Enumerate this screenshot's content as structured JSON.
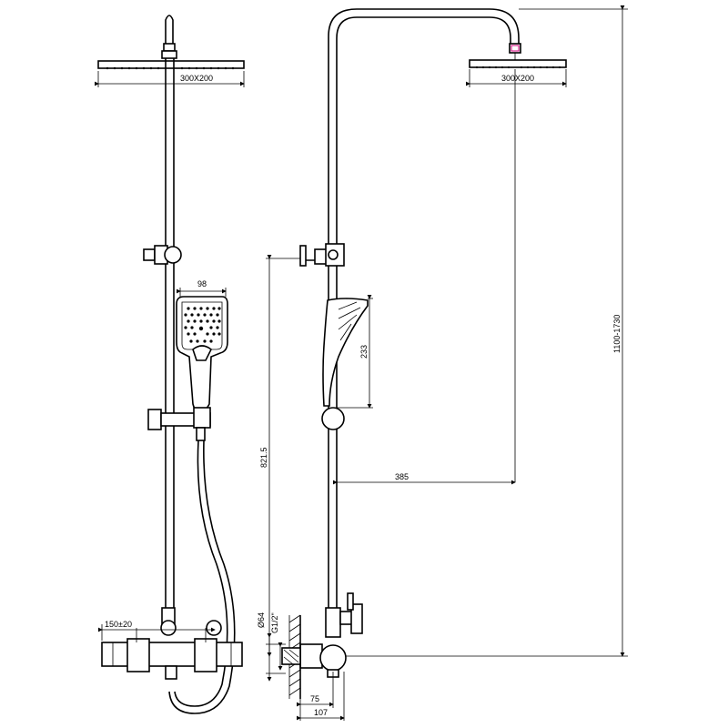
{
  "dimensions": {
    "front_head": "300X200",
    "side_head": "300X200",
    "handheld_width": "98",
    "handheld_height": "233",
    "arm_reach": "385",
    "total_height": "1100-1730",
    "inlet_height": "821.5",
    "pipe_diameter": "Ø64",
    "thread": "G1/2\"",
    "inlet_spacing": "150±20",
    "wall_depth_inner": "75",
    "wall_depth_outer": "107"
  }
}
